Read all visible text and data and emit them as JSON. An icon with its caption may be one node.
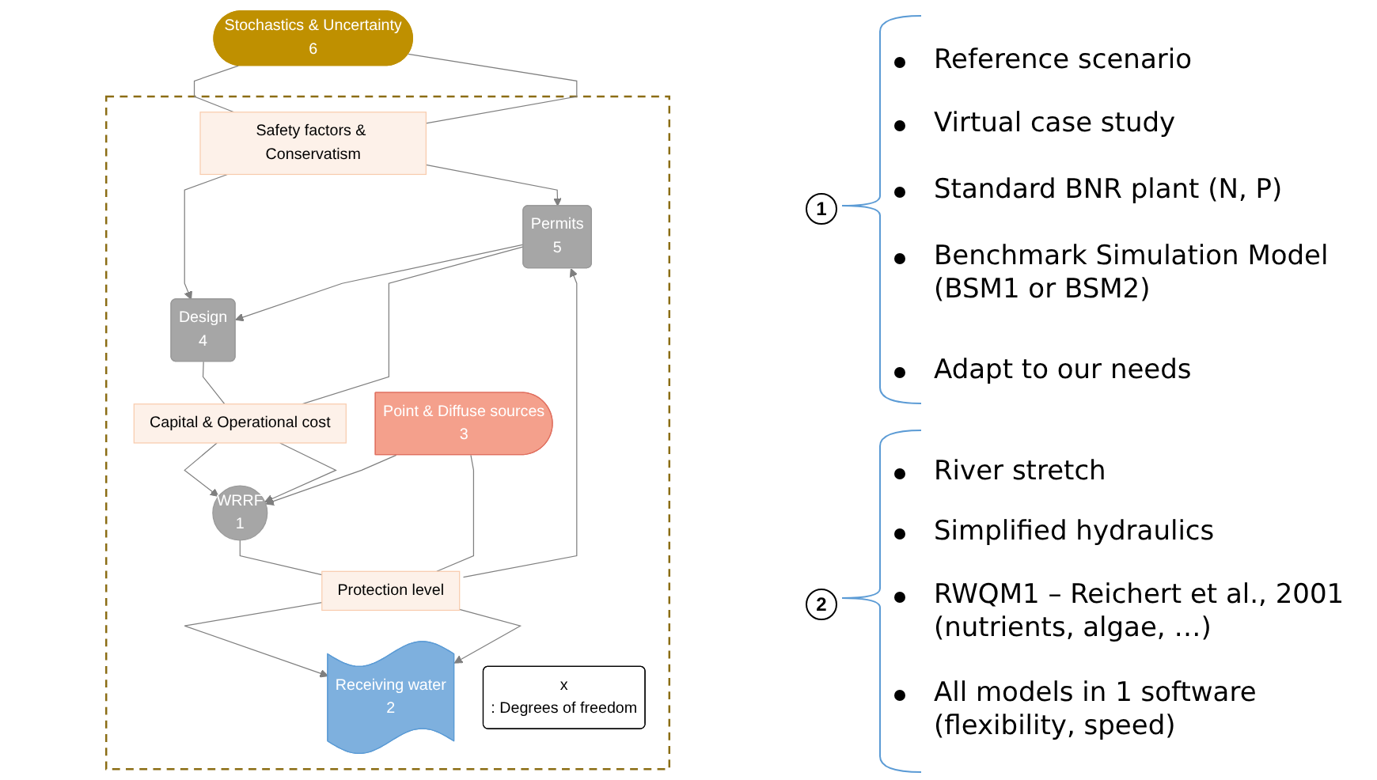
{
  "diagram": {
    "nodes": [
      {
        "text": [
          "Stochastics & Uncertainty",
          "6"
        ]
      },
      {
        "text": [],
        "shape": "box"
      },
      {
        "text": [
          "Safety factors & Conservatism"
        ],
        "in": 1
      },
      {
        "text": [
          "Design",
          "4"
        ],
        "in": 1
      },
      {
        "text": [
          "Permits",
          "5"
        ],
        "in": 1
      },
      {
        "text": [
          "Capital & Operational cost"
        ],
        "in": 1
      },
      {
        "text": [
          "Point & Diffuse sources",
          "3"
        ],
        "in": 1
      },
      {
        "text": [
          "WRRF",
          "1"
        ],
        "in": 1
      },
      {
        "text": [
          "Protection level"
        ],
        "in": 1
      },
      {
        "text": [
          "Receiving water",
          "2"
        ],
        "in": 1
      },
      {
        "text": [
          "x",
          ": Degrees of freedom"
        ],
        "in": 1
      }
    ],
    "edges": [
      {
        "from": 0,
        "to": 2,
        "arrow": "none"
      },
      {
        "from": 0,
        "to": 2,
        "arrow": "none"
      },
      {
        "from": 2,
        "to": 3,
        "arrow": "to"
      },
      {
        "from": 2,
        "to": 4,
        "arrow": "to"
      },
      {
        "from": 4,
        "to": 3,
        "arrow": "to"
      },
      {
        "from": 3,
        "to": 5,
        "arrow": "none"
      },
      {
        "from": 4,
        "to": 5,
        "arrow": "none"
      },
      {
        "from": 5,
        "to": 7,
        "arrow": "to"
      },
      {
        "from": 5,
        "to": 7,
        "arrow": "to"
      },
      {
        "from": 6,
        "to": 7,
        "arrow": "to"
      },
      {
        "from": 6,
        "to": 8,
        "arrow": "none"
      },
      {
        "from": 7,
        "to": 8,
        "arrow": "none"
      },
      {
        "from": 8,
        "to": 9,
        "arrow": "to"
      },
      {
        "from": 8,
        "to": 9,
        "arrow": "to"
      },
      {
        "from": 8,
        "to": 4,
        "arrow": "to"
      }
    ],
    "labels": [
      "1",
      "Reference scenario",
      "Virtual case study",
      "Standard BNR plant (N, P)",
      "Benchmark Simulation Model (BSM1 or BSM2)",
      "Adapt to our needs",
      "2",
      "River stretch",
      "Simplified hydraulics",
      "RWQM1 – Reichert et al., 2001 (nutrients, algae, …)",
      "All models in 1 software (flexibility, speed)"
    ]
  }
}
